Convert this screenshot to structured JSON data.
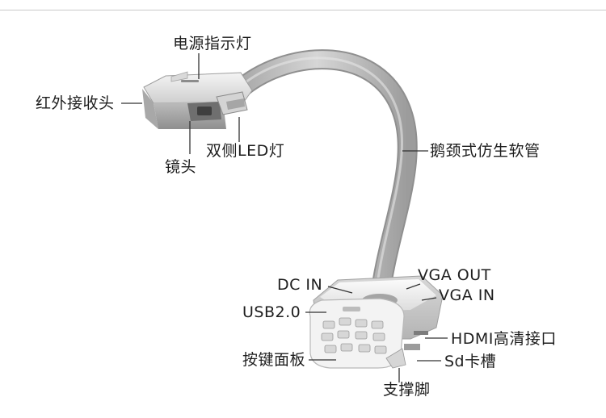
{
  "labels": {
    "power_indicator": "电源指示灯",
    "ir_receiver": "红外接收头",
    "lens": "镜头",
    "dual_led": "双侧LED灯",
    "gooseneck": "鹅颈式仿生软管",
    "dc_in": "DC IN",
    "vga_out": "VGA OUT",
    "vga_in": "VGA IN",
    "usb": "USB2.0",
    "hdmi": "HDMI高清接口",
    "keypad": "按键面板",
    "sd_slot": "Sd卡槽",
    "stand": "支撑脚"
  },
  "colors": {
    "body_light": "#eeeeee",
    "body_mid": "#c8c8c8",
    "body_dark": "#8e8e8e",
    "leader": "#333333"
  }
}
